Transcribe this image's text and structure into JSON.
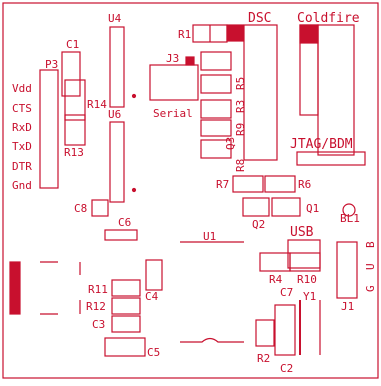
{
  "board": {
    "colors": {
      "silk": "#c8102e",
      "background": "#ffffff"
    }
  },
  "labels": {
    "dsc": "DSC",
    "coldfire": "Coldfire",
    "jtag": "JTAG/BDM",
    "usb": "USB",
    "serial": "Serial",
    "bl1": "BL1",
    "j1": "J1",
    "j1_pins": [
      "G",
      "U",
      "B"
    ],
    "u1": "U1",
    "u4": "U4",
    "u6": "U6",
    "p3": "P3",
    "j3": "J3",
    "q1": "Q1",
    "q2": "Q2",
    "q3": "Q3",
    "y1": "Y1",
    "r1": "R1",
    "r2": "R2",
    "r3": "R3",
    "r4": "R4",
    "r5": "R5",
    "r6": "R6",
    "r7": "R7",
    "r8": "R8",
    "r9": "R9",
    "r10": "R10",
    "r11": "R11",
    "r12": "R12",
    "r13": "R13",
    "r14": "R14",
    "c1": "C1",
    "c2": "C2",
    "c3": "C3",
    "c4": "C4",
    "c5": "C5",
    "c6": "C6",
    "c7": "C7",
    "c8": "C8"
  },
  "serial_pins": [
    "Vdd",
    "CTS",
    "RxD",
    "TxD",
    "DTR",
    "Gnd"
  ]
}
